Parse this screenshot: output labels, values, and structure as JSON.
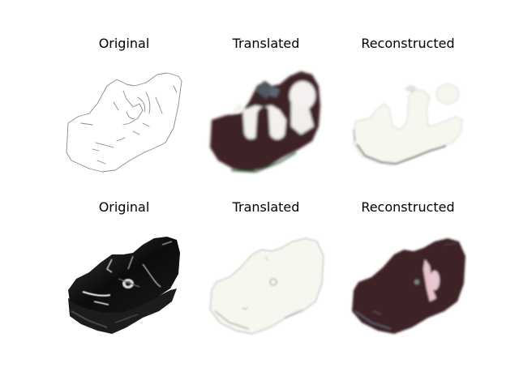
{
  "figure": {
    "rows": [
      {
        "panels": [
          {
            "title": "Original",
            "image": "shoe-sketch-outline"
          },
          {
            "title": "Translated",
            "image": "shoe-dark-translation"
          },
          {
            "title": "Reconstructed",
            "image": "shoe-white-reconstruction"
          }
        ]
      },
      {
        "panels": [
          {
            "title": "Original",
            "image": "black-patent-clog-photo"
          },
          {
            "title": "Translated",
            "image": "shoe-white-translation"
          },
          {
            "title": "Reconstructed",
            "image": "shoe-dark-reconstruction"
          }
        ]
      }
    ],
    "colors": {
      "dark_shoe": "#3d2326",
      "light_shoe": "#f6f7ef",
      "sketch_line": "#8a8a8a",
      "patent_black": "#0e0e0e"
    }
  }
}
